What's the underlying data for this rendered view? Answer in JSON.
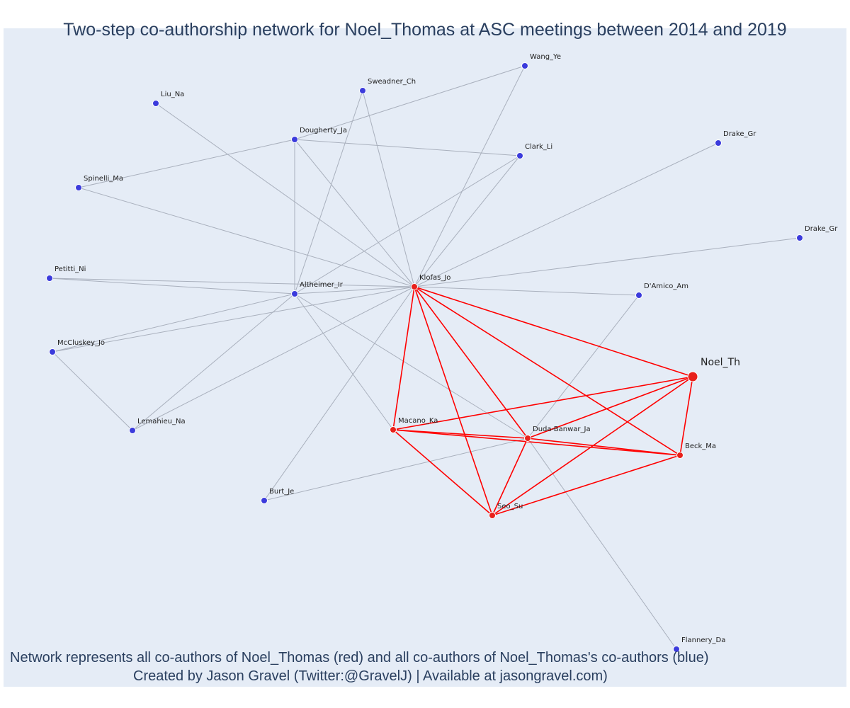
{
  "title": "Two-step co-authorship network for Noel_Thomas at ASC meetings between 2014 and 2019",
  "caption": {
    "line1": "Network represents all co-authors of Noel_Thomas (red) and all co-authors of Noel_Thomas's co-authors (blue)",
    "line2": "Created by Jason Gravel (Twitter:@GravelJ) | Available at jasongravel.com)"
  },
  "colors": {
    "background": "#e5ecf6",
    "first_degree": "#e8201a",
    "second_degree": "#3b3bdc",
    "edge_first": "#ff0000",
    "edge_second": "#a9b0bd",
    "text": "#2a3f5f"
  },
  "chart_data": {
    "type": "network",
    "nodes": [
      {
        "id": "noel",
        "label": "Noel_Th",
        "group": "focal"
      },
      {
        "id": "klofas",
        "label": "Klofas_Jo",
        "group": "coauthor"
      },
      {
        "id": "macano",
        "label": "Macano_Ka",
        "group": "coauthor"
      },
      {
        "id": "duda",
        "label": "Duda-Banwar_Ja",
        "group": "coauthor"
      },
      {
        "id": "beck",
        "label": "Beck_Ma",
        "group": "coauthor"
      },
      {
        "id": "seo",
        "label": "Seo_Su",
        "group": "coauthor"
      },
      {
        "id": "altheimer",
        "label": "Altheimer_Ir",
        "group": "second"
      },
      {
        "id": "wang",
        "label": "Wang_Ye",
        "group": "second"
      },
      {
        "id": "sweadner",
        "label": "Sweadner_Ch",
        "group": "second"
      },
      {
        "id": "liu",
        "label": "Liu_Na",
        "group": "second"
      },
      {
        "id": "dougherty",
        "label": "Dougherty_Ja",
        "group": "second"
      },
      {
        "id": "clark",
        "label": "Clark_Li",
        "group": "second"
      },
      {
        "id": "drake1",
        "label": "Drake_Gr",
        "group": "second"
      },
      {
        "id": "spinelli",
        "label": "Spinelli_Ma",
        "group": "second"
      },
      {
        "id": "drake2",
        "label": "Drake_Gr",
        "group": "second"
      },
      {
        "id": "petitti",
        "label": "Petitti_Ni",
        "group": "second"
      },
      {
        "id": "damico",
        "label": "D'Amico_Am",
        "group": "second"
      },
      {
        "id": "mccluskey",
        "label": "McCluskey_Jo",
        "group": "second"
      },
      {
        "id": "lemahieu",
        "label": "Lemahieu_Na",
        "group": "second"
      },
      {
        "id": "burt",
        "label": "Burt_Je",
        "group": "second"
      },
      {
        "id": "flannery",
        "label": "Flannery_Da",
        "group": "second"
      }
    ],
    "edges_first_degree": [
      [
        "klofas",
        "noel"
      ],
      [
        "klofas",
        "macano"
      ],
      [
        "klofas",
        "duda"
      ],
      [
        "klofas",
        "beck"
      ],
      [
        "klofas",
        "seo"
      ],
      [
        "macano",
        "noel"
      ],
      [
        "macano",
        "duda"
      ],
      [
        "macano",
        "beck"
      ],
      [
        "macano",
        "seo"
      ],
      [
        "duda",
        "noel"
      ],
      [
        "duda",
        "beck"
      ],
      [
        "duda",
        "seo"
      ],
      [
        "beck",
        "noel"
      ],
      [
        "beck",
        "seo"
      ],
      [
        "seo",
        "noel"
      ]
    ],
    "edges_second_degree": [
      [
        "wang",
        "dougherty"
      ],
      [
        "wang",
        "klofas"
      ],
      [
        "sweadner",
        "altheimer"
      ],
      [
        "sweadner",
        "klofas"
      ],
      [
        "liu",
        "klofas"
      ],
      [
        "dougherty",
        "clark"
      ],
      [
        "dougherty",
        "spinelli"
      ],
      [
        "dougherty",
        "altheimer"
      ],
      [
        "dougherty",
        "klofas"
      ],
      [
        "clark",
        "altheimer"
      ],
      [
        "clark",
        "klofas"
      ],
      [
        "drake1",
        "klofas"
      ],
      [
        "drake2",
        "klofas"
      ],
      [
        "spinelli",
        "klofas"
      ],
      [
        "petitti",
        "altheimer"
      ],
      [
        "petitti",
        "klofas"
      ],
      [
        "altheimer",
        "klofas"
      ],
      [
        "altheimer",
        "macano"
      ],
      [
        "altheimer",
        "duda"
      ],
      [
        "altheimer",
        "lemahieu"
      ],
      [
        "altheimer",
        "mccluskey"
      ],
      [
        "klofas",
        "damico"
      ],
      [
        "klofas",
        "mccluskey"
      ],
      [
        "klofas",
        "lemahieu"
      ],
      [
        "klofas",
        "burt"
      ],
      [
        "damico",
        "duda"
      ],
      [
        "mccluskey",
        "lemahieu"
      ],
      [
        "burt",
        "duda"
      ],
      [
        "duda",
        "flannery"
      ]
    ]
  }
}
